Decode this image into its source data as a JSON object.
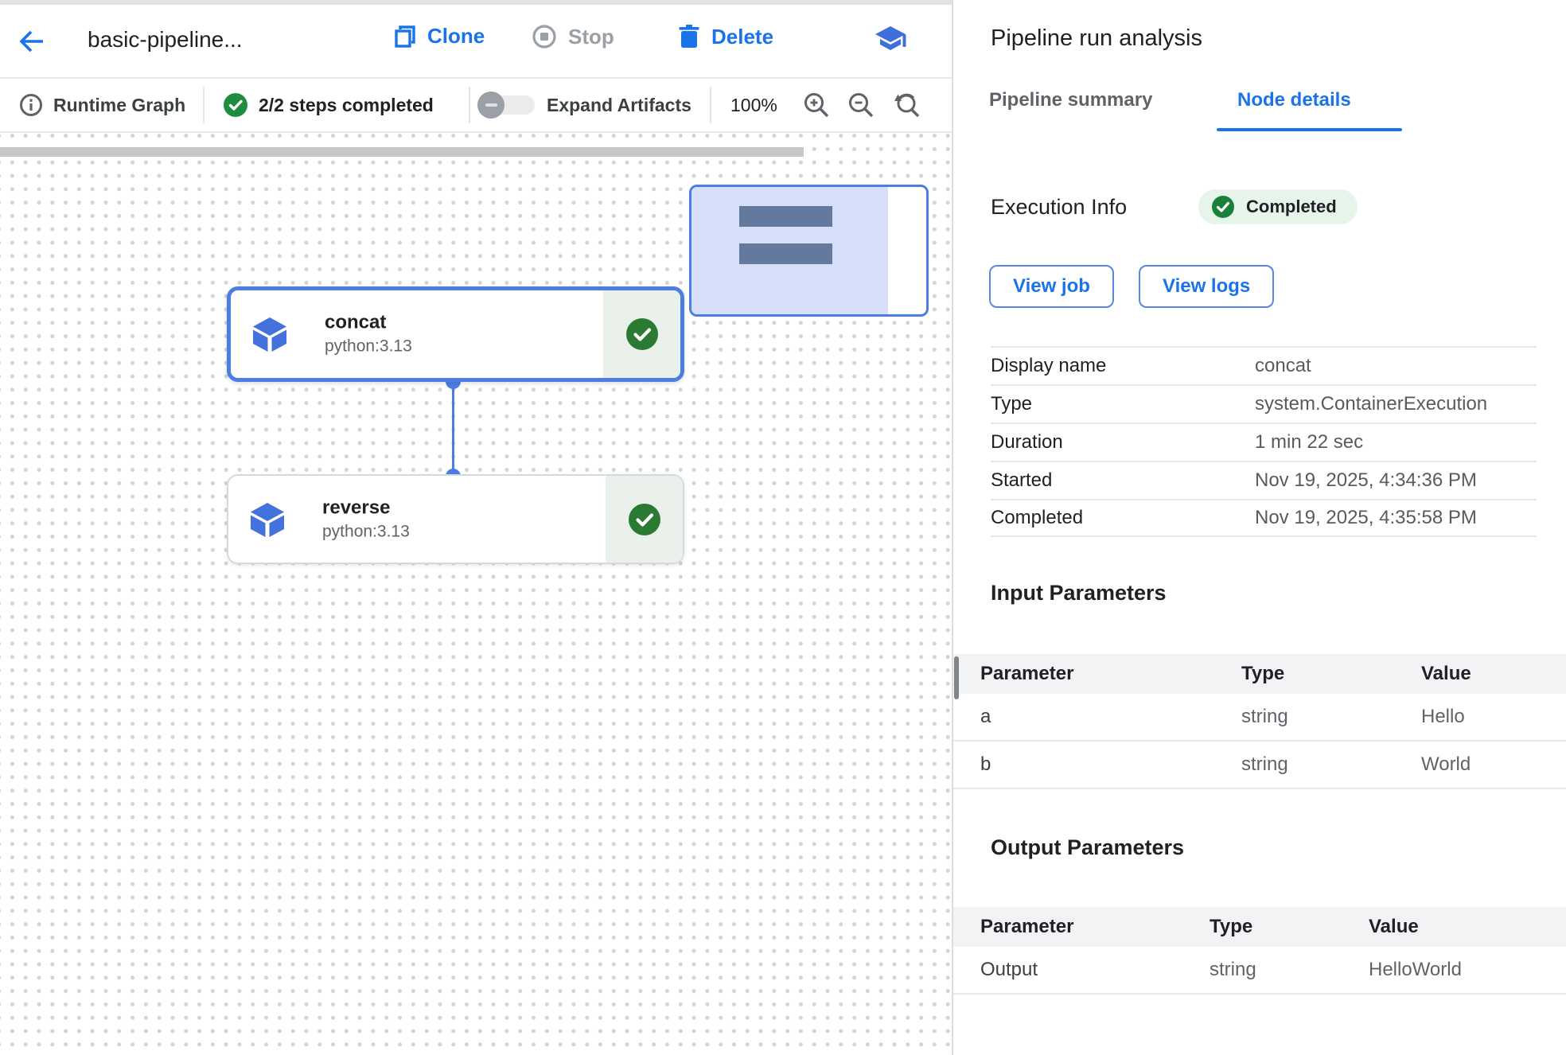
{
  "topbar": {
    "title": "basic-pipeline...",
    "clone_label": "Clone",
    "stop_label": "Stop",
    "delete_label": "Delete"
  },
  "toolbar": {
    "view_label": "Runtime Graph",
    "steps_label": "2/2 steps completed",
    "expand_label": "Expand Artifacts",
    "zoom_level": "100%"
  },
  "canvas": {
    "nodes": [
      {
        "name": "concat",
        "image": "python:3.13",
        "status": "completed",
        "selected": true
      },
      {
        "name": "reverse",
        "image": "python:3.13",
        "status": "completed",
        "selected": false
      }
    ]
  },
  "panel": {
    "title": "Pipeline run analysis",
    "tabs": [
      {
        "label": "Pipeline summary",
        "active": false
      },
      {
        "label": "Node details",
        "active": true
      }
    ],
    "execution": {
      "heading": "Execution Info",
      "status": "Completed",
      "view_job_label": "View job",
      "view_logs_label": "View logs"
    },
    "details": [
      {
        "label": "Display name",
        "value": "concat"
      },
      {
        "label": "Type",
        "value": "system.ContainerExecution"
      },
      {
        "label": "Duration",
        "value": "1 min 22 sec"
      },
      {
        "label": "Started",
        "value": "Nov 19, 2025, 4:34:36 PM"
      },
      {
        "label": "Completed",
        "value": "Nov 19, 2025, 4:35:58 PM"
      }
    ],
    "input_parameters": {
      "heading": "Input Parameters",
      "columns": [
        "Parameter",
        "Type",
        "Value"
      ],
      "rows": [
        [
          "a",
          "string",
          "Hello"
        ],
        [
          "b",
          "string",
          "World"
        ]
      ]
    },
    "output_parameters": {
      "heading": "Output Parameters",
      "columns": [
        "Parameter",
        "Type",
        "Value"
      ],
      "rows": [
        [
          "Output",
          "string",
          "HelloWorld"
        ]
      ]
    }
  },
  "icons": {
    "top": [
      "back-arrow",
      "clone",
      "stop",
      "delete-trash",
      "school"
    ],
    "toolbar": [
      "info",
      "check-circle",
      "toggle-off",
      "zoom-in",
      "zoom-out",
      "zoom-reset"
    ],
    "node": [
      "component-cube",
      "check-circle"
    ]
  },
  "colors": {
    "accent_blue": "#1a73e8",
    "selection_blue": "#4c7de2",
    "success_green": "#188038",
    "status_pill_bg": "#e6f4ea",
    "node_status_bg": "#e9f1ea",
    "table_header_bg": "#f1f3f4",
    "minimap_viewport": "#d7def8",
    "text_dark": "#202124",
    "text_gray": "#5f6368"
  }
}
